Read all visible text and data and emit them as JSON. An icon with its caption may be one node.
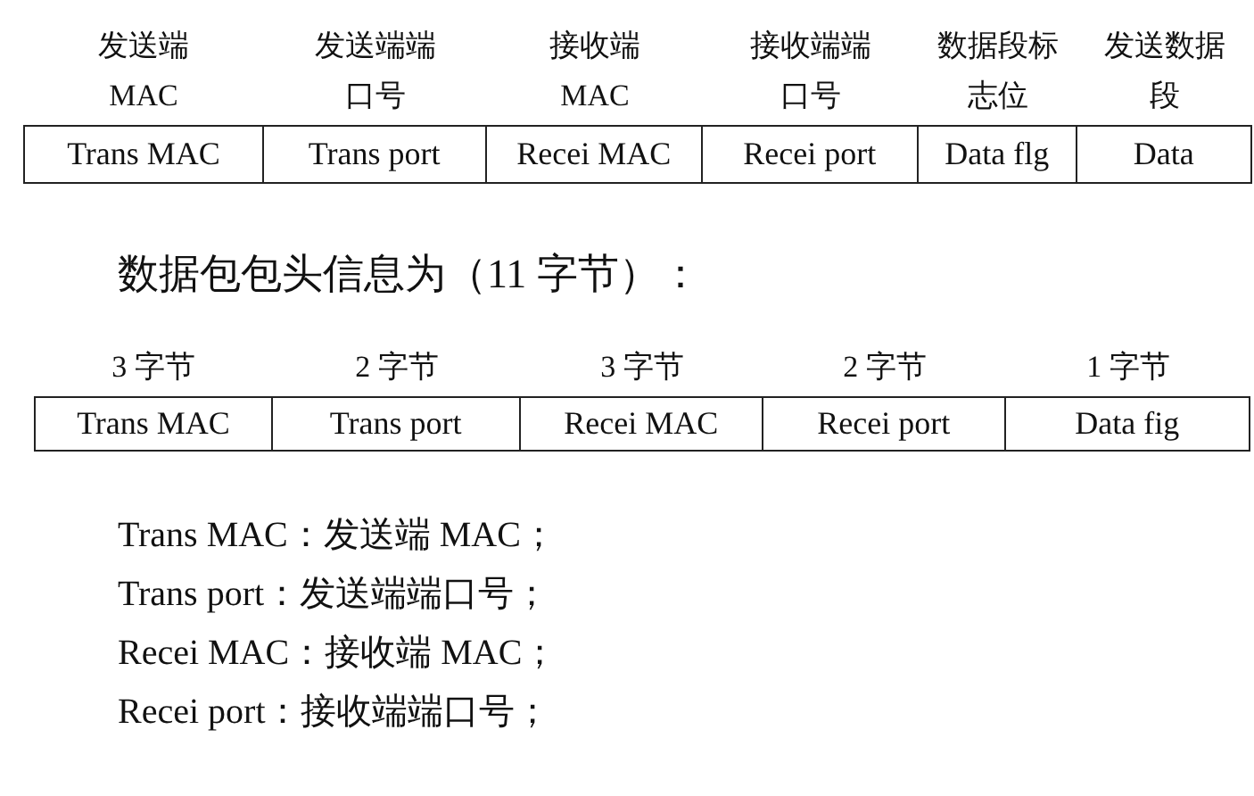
{
  "diagram": {
    "nodes": [
      {
        "text": [
          "发送端 MAC",
          "Trans MAC"
        ]
      },
      {
        "text": [
          "发送端端口号",
          "Trans port"
        ]
      },
      {
        "text": [
          "接收端 MAC",
          "Recei MAC"
        ]
      },
      {
        "text": [
          "接收端端口号",
          "Recei port"
        ]
      },
      {
        "text": [
          "数据段标志位",
          "Data flg"
        ]
      },
      {
        "text": [
          "发送数据段",
          "Data"
        ]
      },
      {
        "text": [
          "3 字节",
          "Trans MAC"
        ]
      },
      {
        "text": [
          "2 字节",
          "Trans port"
        ]
      },
      {
        "text": [
          "3 字节",
          "Recei MAC"
        ]
      },
      {
        "text": [
          "2 字节",
          "Recei port"
        ]
      },
      {
        "text": [
          "1 字节",
          "Data fig"
        ]
      }
    ],
    "labels": [
      "数据包包头信息为（11 字节）：",
      "Trans MAC：发送端 MAC；",
      "Trans port：发送端端口号；",
      "Recei MAC：接收端 MAC；",
      "Recei port：接收端端口号；"
    ]
  }
}
